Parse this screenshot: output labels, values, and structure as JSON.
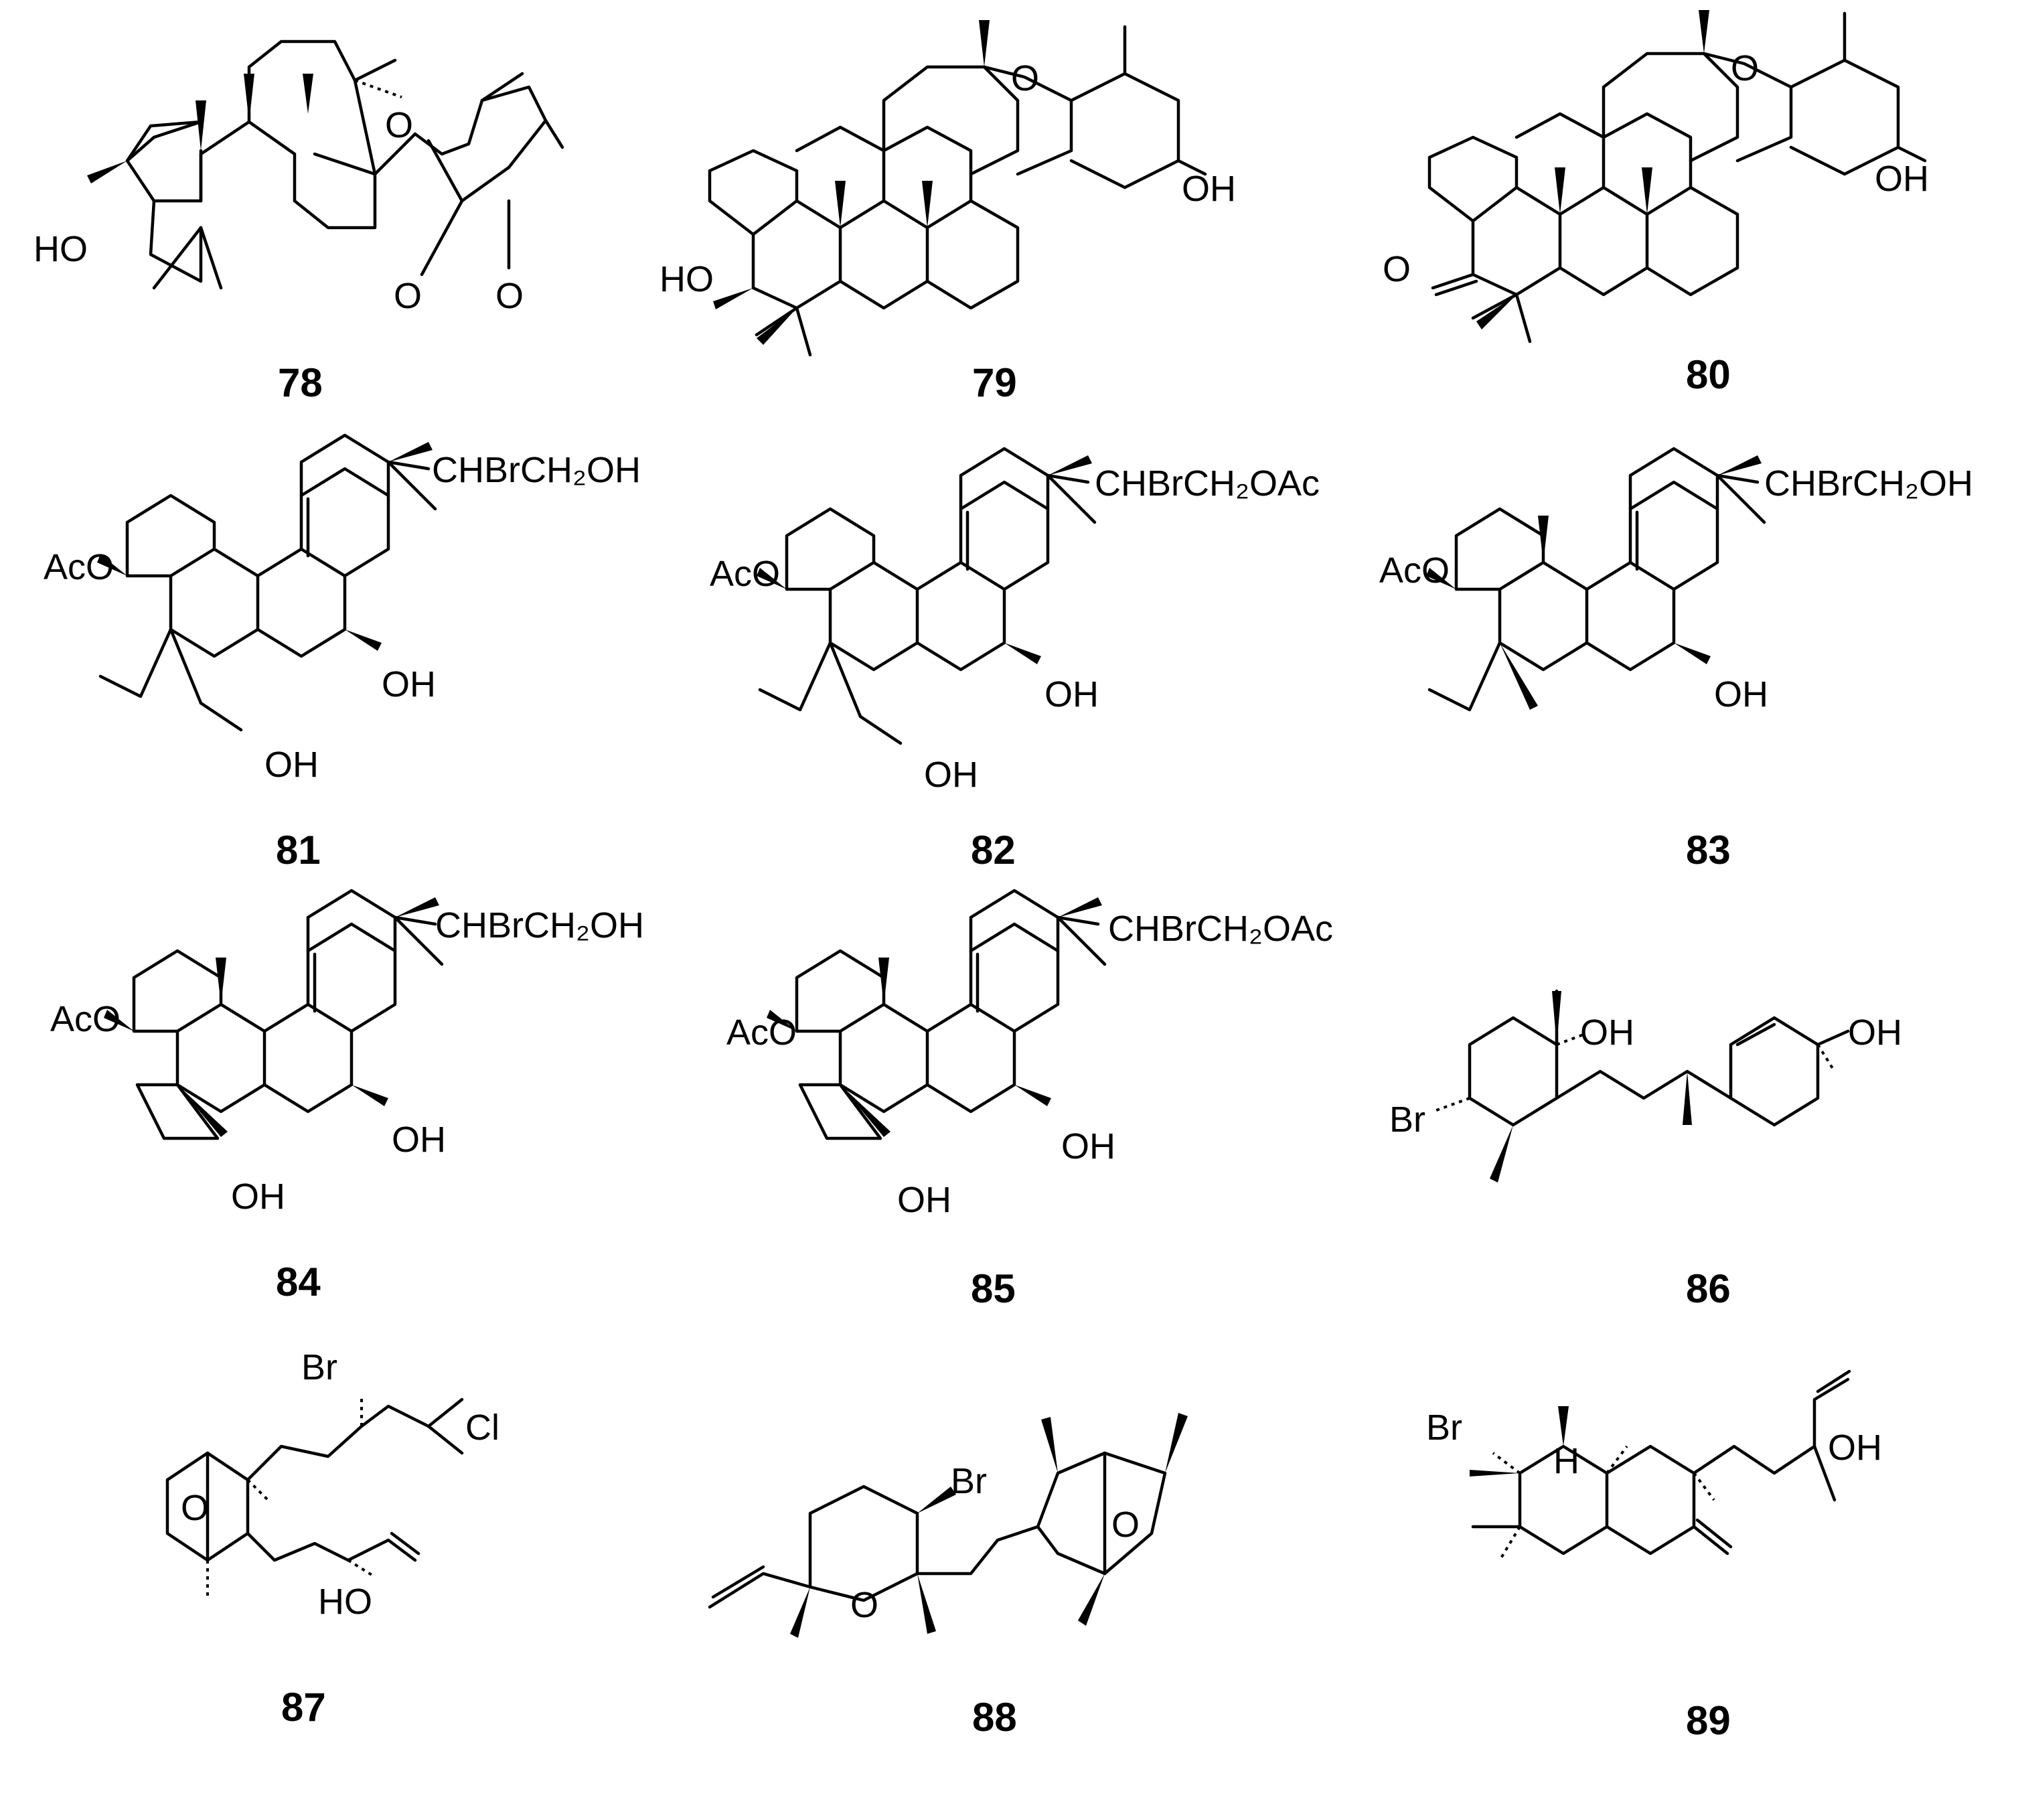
{
  "compounds": [
    {
      "id": "78",
      "labels": {
        "hydroxyl": "HO",
        "ring_o": "O",
        "carbonyl_1": "O",
        "carbonyl_2": "O"
      }
    },
    {
      "id": "79",
      "labels": {
        "hydroxyl": "HO",
        "ring_o": "O",
        "phenol": "OH"
      }
    },
    {
      "id": "80",
      "labels": {
        "ketone": "O",
        "ring_o": "O",
        "phenol": "OH"
      }
    },
    {
      "id": "81",
      "labels": {
        "acetoxy": "AcO",
        "side_chain": "CHBrCH₂OH",
        "hydroxyl_1": "OH",
        "hydroxyl_2": "OH"
      }
    },
    {
      "id": "82",
      "labels": {
        "acetoxy": "AcO",
        "side_chain": "CHBrCH₂OAc",
        "hydroxyl_1": "OH",
        "hydroxyl_2": "OH"
      }
    },
    {
      "id": "83",
      "labels": {
        "acetoxy": "AcO",
        "side_chain": "CHBrCH₂OH",
        "hydroxyl_1": "OH"
      }
    },
    {
      "id": "84",
      "labels": {
        "acetoxy": "AcO",
        "side_chain": "CHBrCH₂OH",
        "hydroxyl_1": "OH",
        "hydroxyl_2": "OH"
      }
    },
    {
      "id": "85",
      "labels": {
        "acetoxy": "AcO",
        "side_chain": "CHBrCH₂OAc",
        "hydroxyl_1": "OH",
        "hydroxyl_2": "OH"
      }
    },
    {
      "id": "86",
      "labels": {
        "bromo": "Br",
        "hydroxyl_1": "OH",
        "hydroxyl_2": "OH"
      }
    },
    {
      "id": "87",
      "labels": {
        "bromo": "Br",
        "chloro": "Cl",
        "bridge_o": "O",
        "hydroxyl": "HO"
      }
    },
    {
      "id": "88",
      "labels": {
        "bromo": "Br",
        "ring_o": "O",
        "bridge_o": "O"
      }
    },
    {
      "id": "89",
      "labels": {
        "bromo": "Br",
        "hydrogen": "H",
        "hydroxyl": "OH"
      }
    }
  ]
}
